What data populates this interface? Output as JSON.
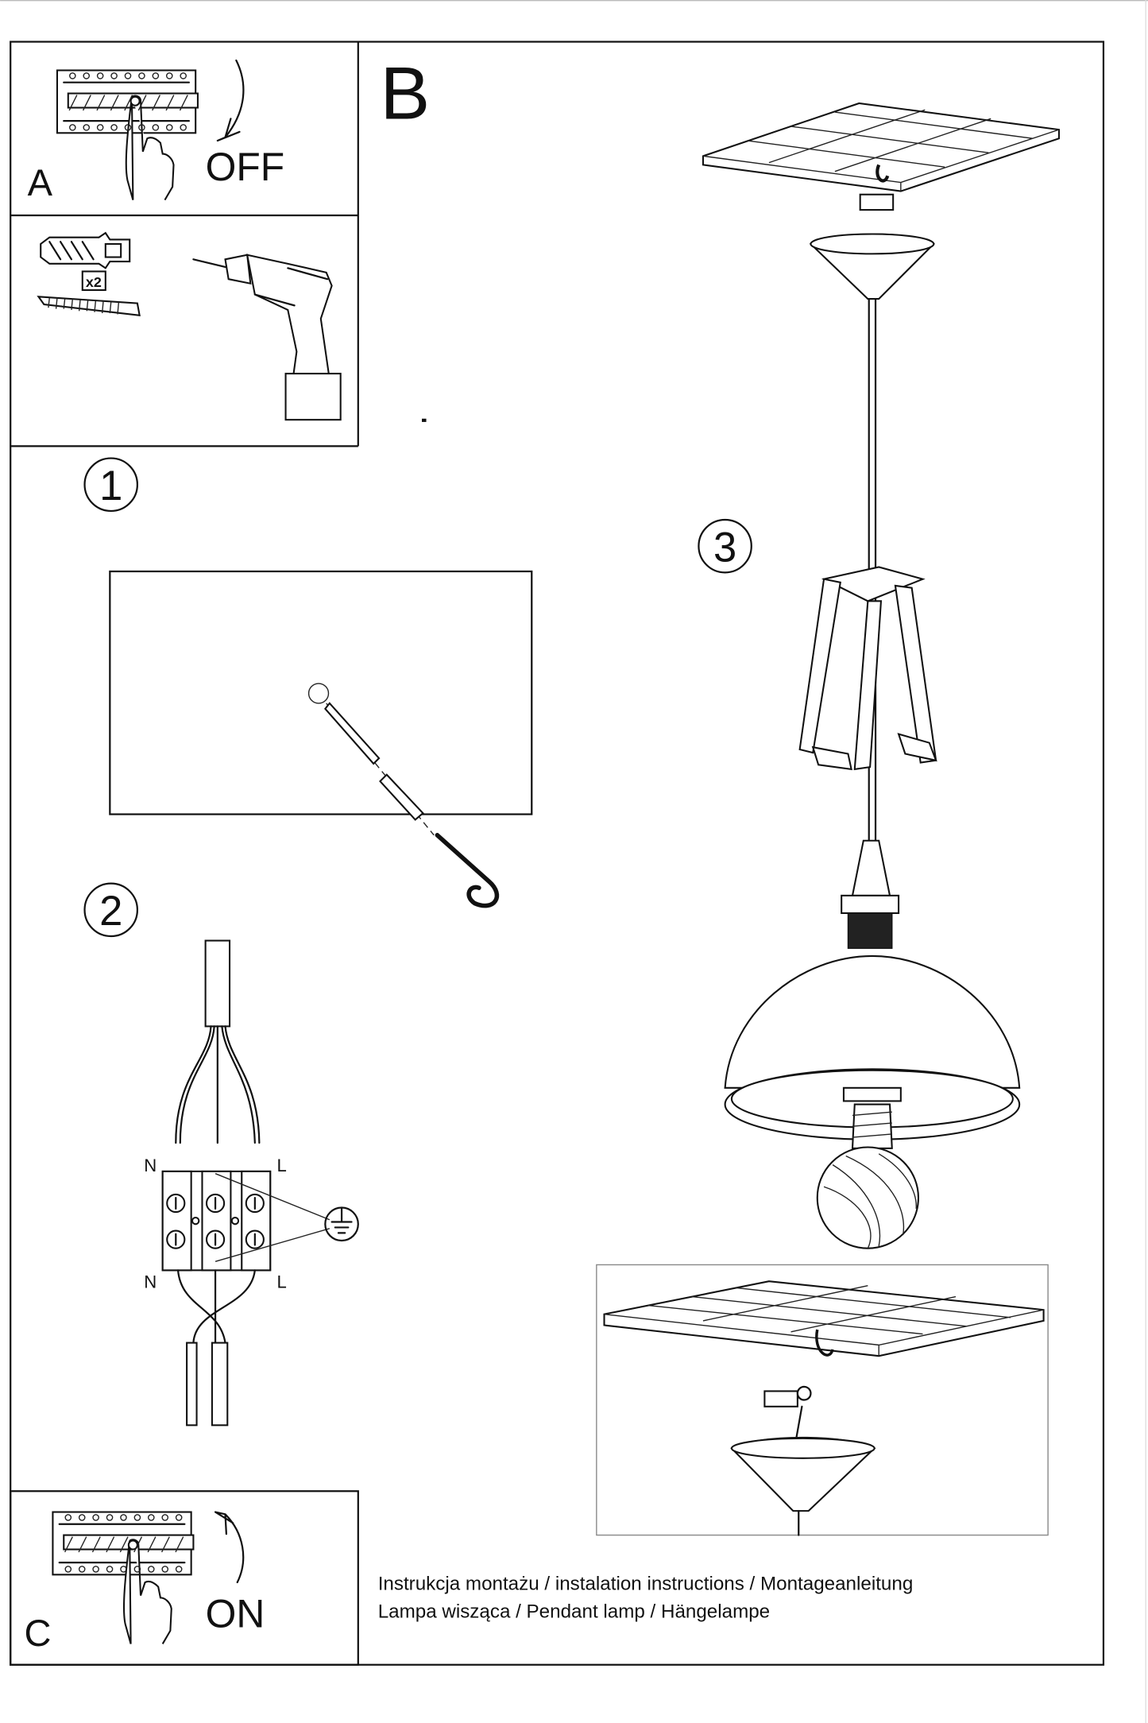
{
  "panels": {
    "a": {
      "letter": "A",
      "action": "OFF"
    },
    "b": {
      "letter": "B"
    },
    "c": {
      "letter": "C",
      "action": "ON"
    },
    "tools": {
      "quantity": "x2"
    }
  },
  "steps": [
    {
      "number": "1"
    },
    {
      "number": "2"
    },
    {
      "number": "3"
    }
  ],
  "wiring": {
    "top_left": "N",
    "top_right": "L",
    "bottom_left": "N",
    "bottom_right": "L"
  },
  "footer": {
    "line1": "Instrukcja montażu / instalation instructions / Montageanleitung",
    "line2": "Lampa wisząca / Pendant lamp / Hängelampe"
  }
}
